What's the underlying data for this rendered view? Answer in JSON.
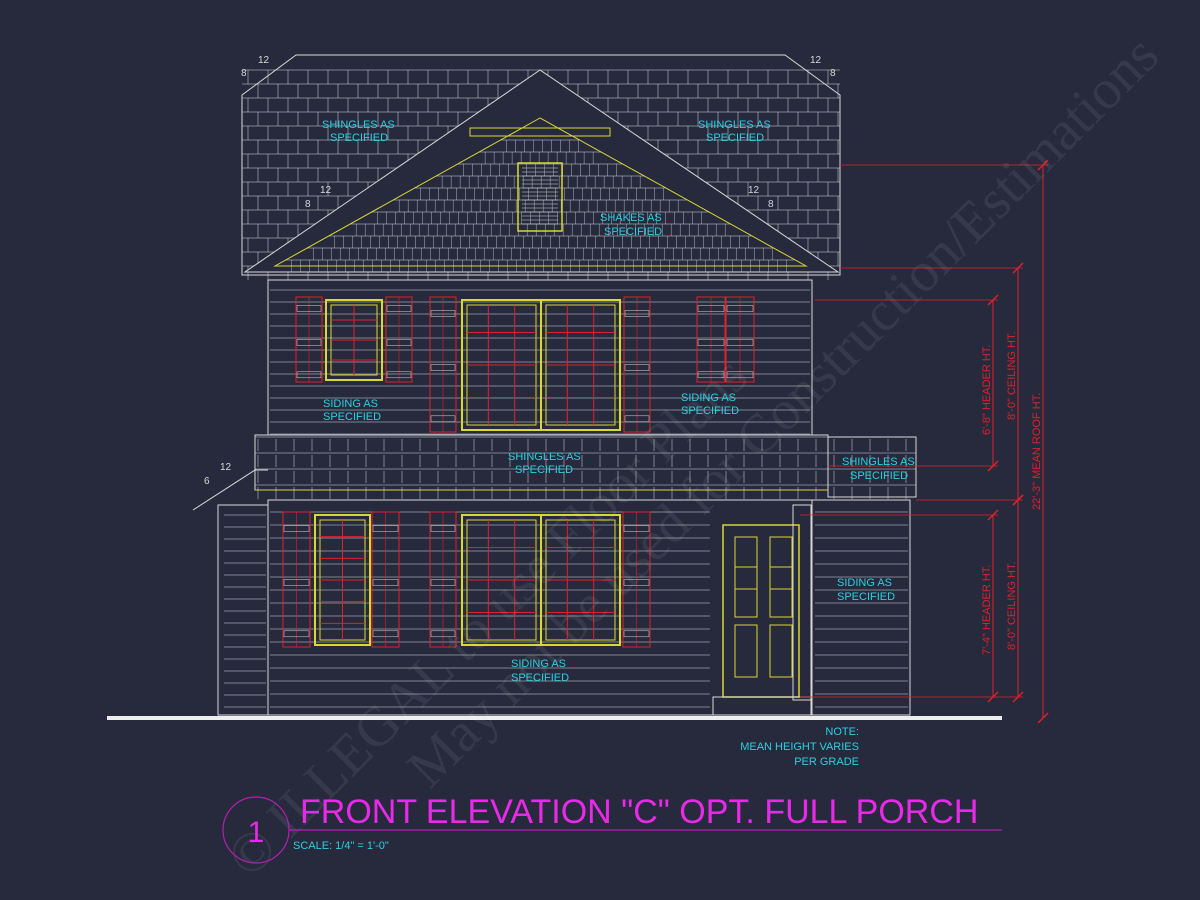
{
  "labels": {
    "roof_left": [
      "SHINGLES AS",
      "SPECIFIED"
    ],
    "roof_right": [
      "SHINGLES AS",
      "SPECIFIED"
    ],
    "gable": [
      "SHAKES AS",
      "SPECIFIED"
    ],
    "upper_left_siding": [
      "SIDING AS",
      "SPECIFIED"
    ],
    "upper_right_siding": [
      "SIDING AS",
      "SPECIFIED"
    ],
    "band_shingles": [
      "SHINGLES AS",
      "SPECIFIED"
    ],
    "porch_shingles": [
      "SHINGLES AS",
      "SPECIFIED"
    ],
    "porch_siding": [
      "SIDING AS",
      "SPECIFIED"
    ],
    "lower_siding": [
      "SIDING AS",
      "SPECIFIED"
    ]
  },
  "pitches": {
    "main_rise": "8",
    "main_run": "12",
    "porch_rise": "6",
    "porch_run": "12"
  },
  "dimensions": {
    "upper_header": "6'-8\" HEADER HT.",
    "upper_ceiling": "8'-0\" CEILING HT.",
    "lower_header": "7'-4\" HEADER HT.",
    "lower_ceiling": "8'-0\" CEILING HT.",
    "mean_roof": "22'-3\" MEAN ROOF HT."
  },
  "note": [
    "NOTE:",
    "MEAN HEIGHT VARIES",
    "PER GRADE"
  ],
  "title": {
    "number": "1",
    "text": "FRONT ELEVATION \"C\" OPT. FULL PORCH",
    "scale": "SCALE: 1/4\" = 1'-0\""
  },
  "watermark": [
    "© ILLEGAL to use Floor Plans",
    "May not be used for Construction/Estimations"
  ],
  "colors": {
    "background": "#272a3d",
    "outline": "#d8d8d8",
    "yellow": "#d8d830",
    "red": "#e0202a",
    "cyan": "#2ad0e0",
    "magenta": "#e82ae8"
  }
}
